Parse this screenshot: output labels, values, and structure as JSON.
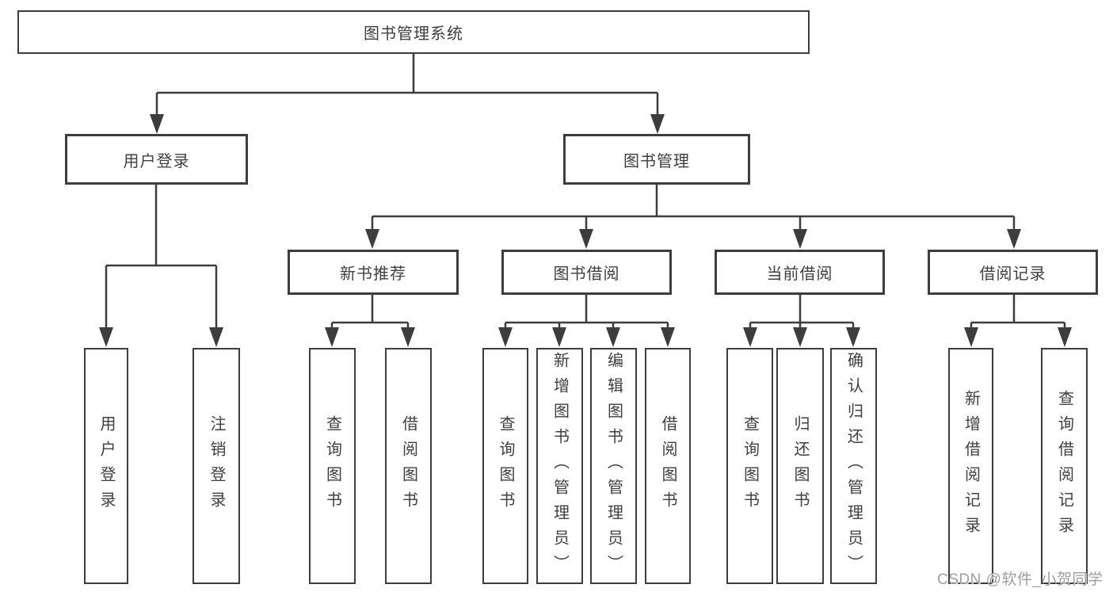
{
  "tree": {
    "label": "图书管理系统",
    "children": [
      {
        "label": "用户登录",
        "children": [
          {
            "label": "用户登录"
          },
          {
            "label": "注销登录"
          }
        ]
      },
      {
        "label": "图书管理",
        "children": [
          {
            "label": "新书推荐",
            "children": [
              {
                "label": "查询图书"
              },
              {
                "label": "借阅图书"
              }
            ]
          },
          {
            "label": "图书借阅",
            "children": [
              {
                "label": "查询图书"
              },
              {
                "label": "新增图书（管理员）"
              },
              {
                "label": "编辑图书（管理员）"
              },
              {
                "label": "借阅图书"
              }
            ]
          },
          {
            "label": "当前借阅",
            "children": [
              {
                "label": "查询图书"
              },
              {
                "label": "归还图书"
              },
              {
                "label": "确认归还（管理员）"
              }
            ]
          },
          {
            "label": "借阅记录",
            "children": [
              {
                "label": "新增借阅记录"
              },
              {
                "label": "查询借阅记录"
              }
            ]
          }
        ]
      }
    ]
  },
  "watermark": {
    "text": "CSDN @软件_小贺同学"
  },
  "colors": {
    "line": "#3d3d3d",
    "text": "#3f3f3f",
    "background": "#ffffff",
    "watermark": "#9e9e9e"
  }
}
